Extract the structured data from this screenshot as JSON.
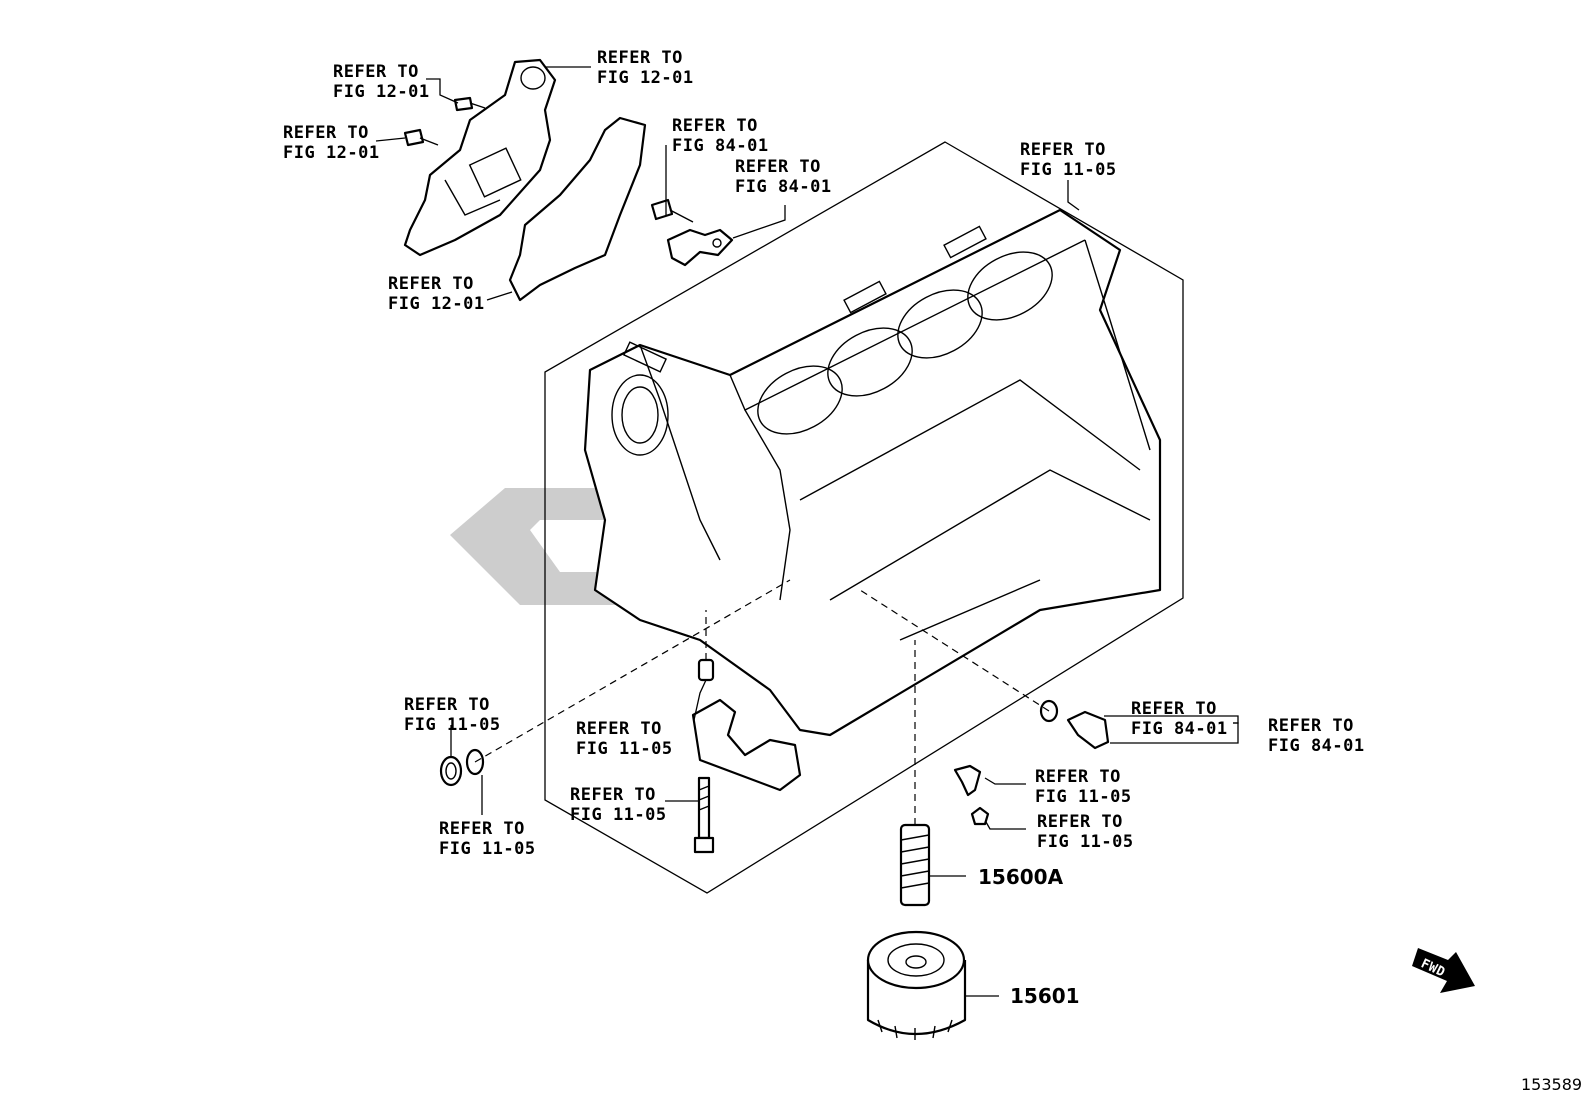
{
  "callouts": {
    "c01": [
      "REFER TO",
      "FIG 12-01"
    ],
    "c02": [
      "REFER TO",
      "FIG 12-01"
    ],
    "c03": [
      "REFER TO",
      "FIG 12-01"
    ],
    "c04": [
      "REFER TO",
      "FIG 12-01"
    ],
    "c05": [
      "REFER TO",
      "FIG 84-01"
    ],
    "c06": [
      "REFER TO",
      "FIG 84-01"
    ],
    "c07": [
      "REFER TO",
      "FIG 11-05"
    ],
    "c08": [
      "REFER TO",
      "FIG 11-05"
    ],
    "c09": [
      "REFER TO",
      "FIG 11-05"
    ],
    "c10": [
      "REFER TO",
      "FIG 11-05"
    ],
    "c11": [
      "REFER TO",
      "FIG 11-05"
    ],
    "c12": [
      "REFER TO",
      "FIG 84-01"
    ],
    "c13": [
      "REFER TO",
      "FIG 84-01"
    ],
    "c14": [
      "REFER TO",
      "FIG 11-05"
    ],
    "c15": [
      "REFER TO",
      "FIG 11-05"
    ]
  },
  "part_numbers": {
    "stud": "15600A",
    "oil_filter": "15601"
  },
  "fwd_label": "FWD",
  "figure_id": "153589",
  "watermark_color": "#c8c8c8"
}
